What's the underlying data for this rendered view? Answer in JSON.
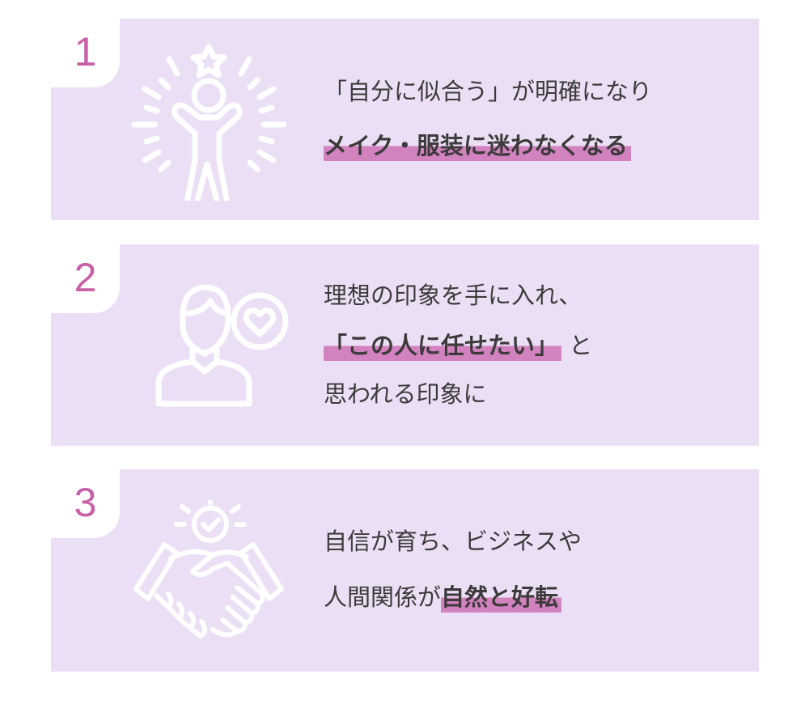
{
  "colors": {
    "card_bg": "#ebdff5",
    "highlight": "#d282bf",
    "number": "#c860a8",
    "text": "#3c3a3a"
  },
  "items": [
    {
      "number": "1",
      "icon": "person-star-radiant-icon",
      "lines": [
        [
          {
            "text": "「自分に似合う」が明確になり",
            "bold": false
          }
        ],
        [
          {
            "text": "メイク・服装に迷わなくなる",
            "bold": true
          }
        ]
      ]
    },
    {
      "number": "2",
      "icon": "person-heart-icon",
      "lines": [
        [
          {
            "text": "理想の印象を手に入れ、",
            "bold": false
          }
        ],
        [
          {
            "text": "「この人に任せたい」",
            "bold": true
          },
          {
            "text": " と",
            "bold": false
          }
        ],
        [
          {
            "text": "思われる印象に",
            "bold": false
          }
        ]
      ]
    },
    {
      "number": "3",
      "icon": "handshake-check-icon",
      "lines": [
        [
          {
            "text": "自信が育ち、ビジネスや",
            "bold": false
          }
        ],
        [
          {
            "text": "人間関係が",
            "bold": false
          },
          {
            "text": "自然と好転",
            "bold": true
          }
        ]
      ]
    }
  ]
}
